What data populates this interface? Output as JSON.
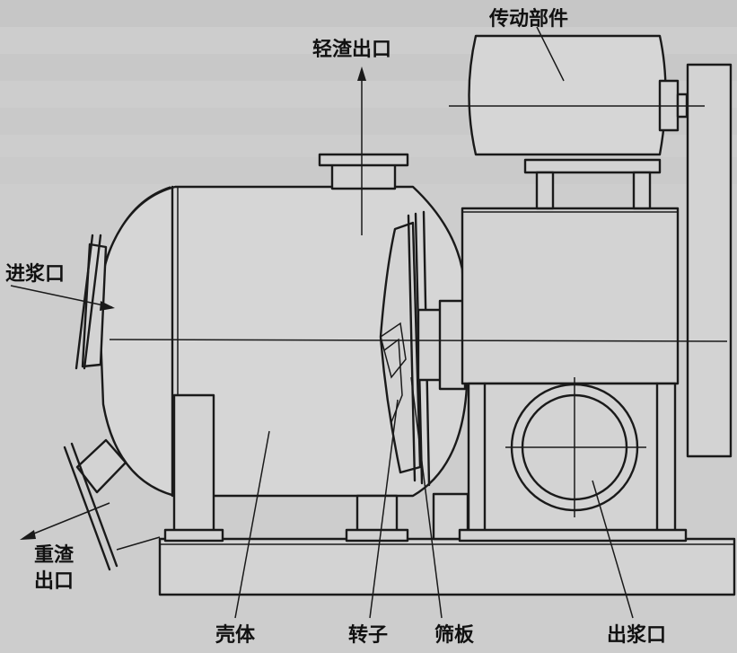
{
  "labels": {
    "light_slag_outlet": "轻渣出口",
    "drive_part": "传动部件",
    "feed_inlet": "进浆口",
    "heavy_slag_outlet_line1": "重渣",
    "heavy_slag_outlet_line2": "出口",
    "shell": "壳体",
    "rotor": "转子",
    "screen_plate": "筛板",
    "pulp_outlet": "出浆口"
  }
}
